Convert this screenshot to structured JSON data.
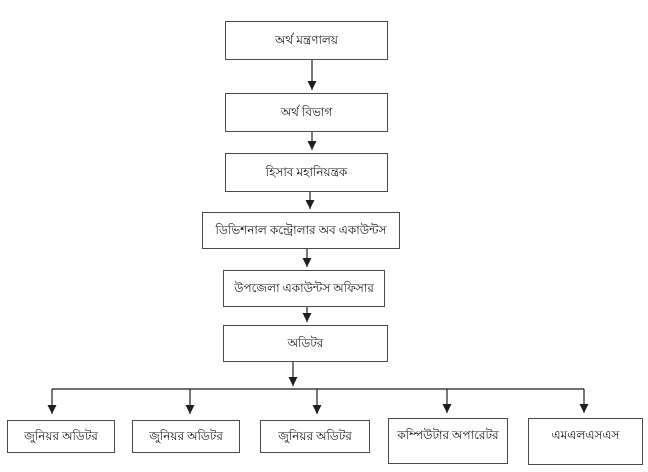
{
  "diagram": {
    "type": "org-chart",
    "colors": {
      "background": "#ffffff",
      "box_border": "#4a4a4a",
      "text": "#141414",
      "connector": "#1f1f1f"
    },
    "nodes": {
      "ministry": {
        "label": "অর্থ মন্ত্রণালয়"
      },
      "division": {
        "label": "অর্থ বিভাগ"
      },
      "cga": {
        "label": "হিসাব মহানিয়ন্ত্রক"
      },
      "dca": {
        "label": "ডিভিশনাল কন্ট্রোলার অব একাউন্টস"
      },
      "uao": {
        "label": "উপজেলা একাউন্টস অফিসার"
      },
      "auditor": {
        "label": "অডিটর"
      },
      "junior_auditor_1": {
        "label": "জুনিয়র অডিটর"
      },
      "junior_auditor_2": {
        "label": "জুনিয়র অডিটর"
      },
      "junior_auditor_3": {
        "label": "জুনিয়র অডিটর"
      },
      "computer_operator": {
        "label": "কম্পিউটার অপারেটর"
      },
      "mlss": {
        "label": "এমএলএসএস"
      }
    },
    "edges": [
      {
        "from": "ministry",
        "to": "division"
      },
      {
        "from": "division",
        "to": "cga"
      },
      {
        "from": "cga",
        "to": "dca"
      },
      {
        "from": "dca",
        "to": "uao"
      },
      {
        "from": "uao",
        "to": "auditor"
      },
      {
        "from": "auditor",
        "to": "junior_auditor_1"
      },
      {
        "from": "auditor",
        "to": "junior_auditor_2"
      },
      {
        "from": "auditor",
        "to": "junior_auditor_3"
      },
      {
        "from": "auditor",
        "to": "computer_operator"
      },
      {
        "from": "auditor",
        "to": "mlss"
      }
    ]
  }
}
